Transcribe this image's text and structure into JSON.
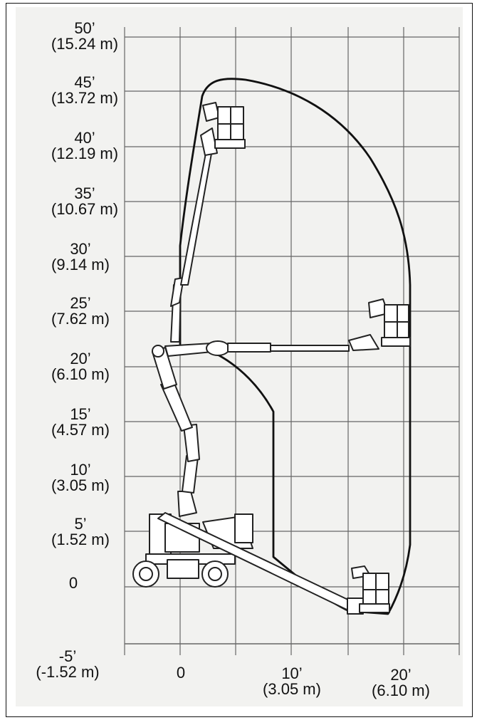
{
  "diagram": {
    "y_axis": [
      {
        "ft": "50’",
        "m": "(15.24 m)"
      },
      {
        "ft": "45’",
        "m": "(13.72 m)"
      },
      {
        "ft": "40’",
        "m": "(12.19 m)"
      },
      {
        "ft": "35’",
        "m": "(10.67 m)"
      },
      {
        "ft": "30’",
        "m": "(9.14 m)"
      },
      {
        "ft": "25’",
        "m": "(7.62 m)"
      },
      {
        "ft": "20’",
        "m": "(6.10 m)"
      },
      {
        "ft": "15’",
        "m": "(4.57 m)"
      },
      {
        "ft": "10’",
        "m": "(3.05 m)"
      },
      {
        "ft": "5’",
        "m": "(1.52 m)"
      },
      {
        "ft": "0",
        "m": ""
      },
      {
        "ft": "-5’",
        "m": "(-1.52 m)"
      }
    ],
    "x_axis": [
      {
        "ft": "0",
        "m": ""
      },
      {
        "ft": "10’",
        "m": "(3.05 m)"
      },
      {
        "ft": "20’",
        "m": "(6.10 m)"
      }
    ],
    "colors": {
      "grid": "#555555",
      "envelope": "#111111",
      "lift_fill": "#ffffff",
      "lift_stroke": "#222222"
    }
  }
}
